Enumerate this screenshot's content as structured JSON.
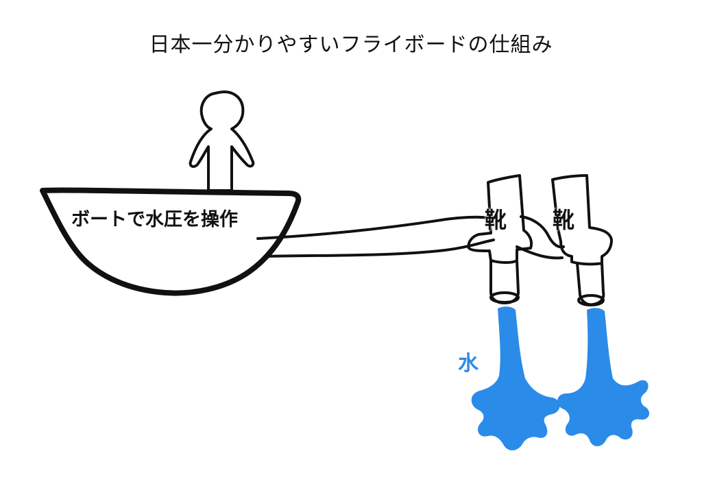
{
  "title": "日本一分かりやすいフライボードの仕組み",
  "labels": {
    "boat": "ボートで水圧を操作",
    "boot_left": "靴",
    "boot_right": "靴",
    "water": "水"
  },
  "colors": {
    "ink": "#111111",
    "water": "#2b8be8",
    "background": "#ffffff"
  }
}
